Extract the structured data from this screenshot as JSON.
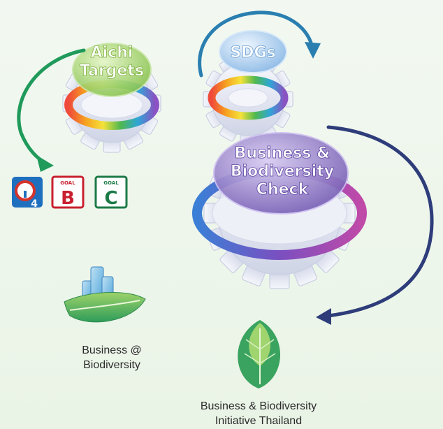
{
  "gears": {
    "aichi": {
      "line1": "Aichi",
      "line2": "Targets"
    },
    "sdgs": {
      "label": "SDGs"
    },
    "bbc": {
      "line1": "Business &",
      "line2": "Biodiversity",
      "line3": "Check"
    }
  },
  "badges": {
    "target_number": "4",
    "goal_b": {
      "caption": "GOAL",
      "letter": "B"
    },
    "goal_c": {
      "caption": "GOAL",
      "letter": "C"
    }
  },
  "captions": {
    "business_biodiversity": {
      "line1": "Business @",
      "line2": "Biodiversity"
    },
    "bbit": {
      "line1": "Business & Biodiversity",
      "line2": "Initiative Thailand"
    }
  },
  "colors": {
    "green_arrow": "#1f9a5a",
    "blue_arrow": "#2a7fb0",
    "navy_arrow": "#2e3d7a",
    "gear": "#e4e7f3",
    "aichi_lens": "#a6d56a",
    "sdgs_lens": "#a8cdf0",
    "bbc_lens": "#8a73c4",
    "goal_b": "#c8202f",
    "goal_c": "#1c7a47"
  }
}
